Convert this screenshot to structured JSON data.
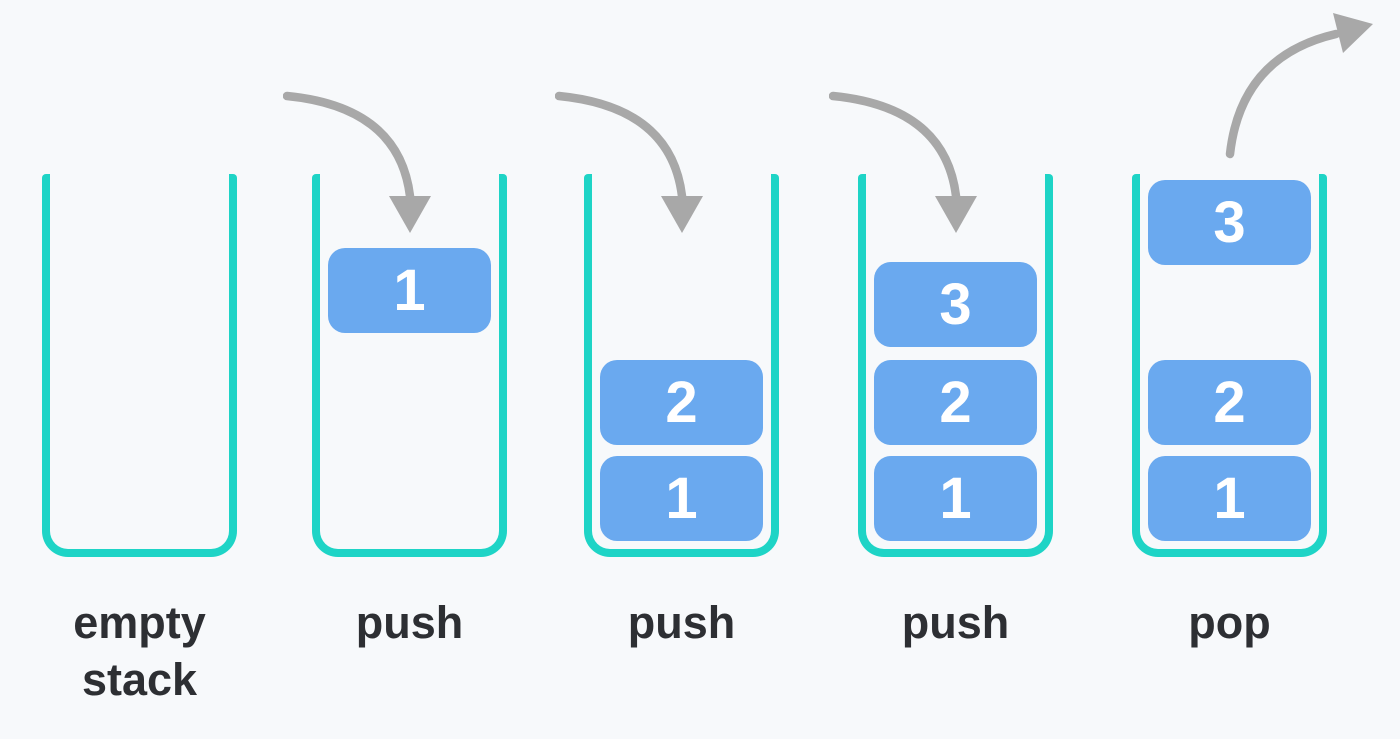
{
  "colors": {
    "background": "#f7f9fb",
    "container_stroke": "#1ed4c6",
    "block_fill": "#6aa9ef",
    "block_text": "#ffffff",
    "arrow": "#a8a8a8",
    "label_text": "#2d2f33"
  },
  "stacks": [
    {
      "label": "empty stack",
      "blocks": []
    },
    {
      "label": "push",
      "incoming_block": "1",
      "blocks": []
    },
    {
      "label": "push",
      "blocks": [
        "2",
        "1"
      ]
    },
    {
      "label": "push",
      "blocks": [
        "3",
        "2",
        "1"
      ]
    },
    {
      "label": "pop",
      "popped_block": "3",
      "blocks": [
        "2",
        "1"
      ]
    }
  ]
}
